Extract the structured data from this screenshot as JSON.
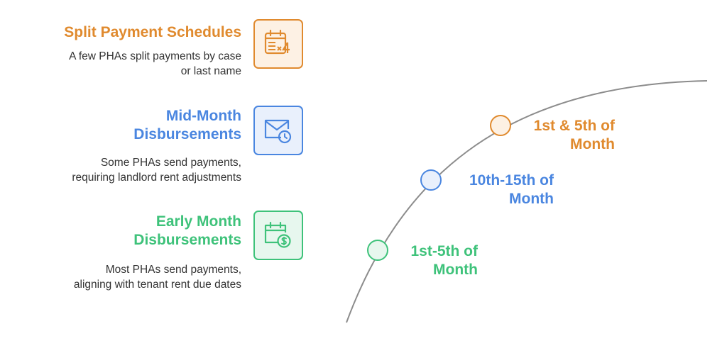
{
  "items": [
    {
      "title_lines": [
        "Split Payment Schedules"
      ],
      "desc_lines": [
        "A few PHAs split payments by case",
        "or last name"
      ],
      "icon": "calendar-x4-icon",
      "color": "#e08a2e",
      "bg": "#fdf1e4"
    },
    {
      "title_lines": [
        "Mid-Month",
        "Disbursements"
      ],
      "desc_lines": [
        "Some PHAs send payments,",
        "requiring landlord rent adjustments"
      ],
      "icon": "mail-clock-icon",
      "color": "#4a86e0",
      "bg": "#e9f0fc"
    },
    {
      "title_lines": [
        "Early Month",
        "Disbursements"
      ],
      "desc_lines": [
        "Most PHAs send payments,",
        "aligning with tenant rent due dates"
      ],
      "icon": "calendar-dollar-icon",
      "color": "#3ec27a",
      "bg": "#e7f7ee"
    }
  ],
  "arc_labels": [
    {
      "lines": [
        "1st & 5th of",
        "Month"
      ],
      "color": "#e08a2e",
      "bg": "#fdf1e4"
    },
    {
      "lines": [
        "10th-15th of",
        "Month"
      ],
      "color": "#4a86e0",
      "bg": "#e9f0fc"
    },
    {
      "lines": [
        "1st-5th of",
        "Month"
      ],
      "color": "#3ec27a",
      "bg": "#e7f7ee"
    }
  ]
}
